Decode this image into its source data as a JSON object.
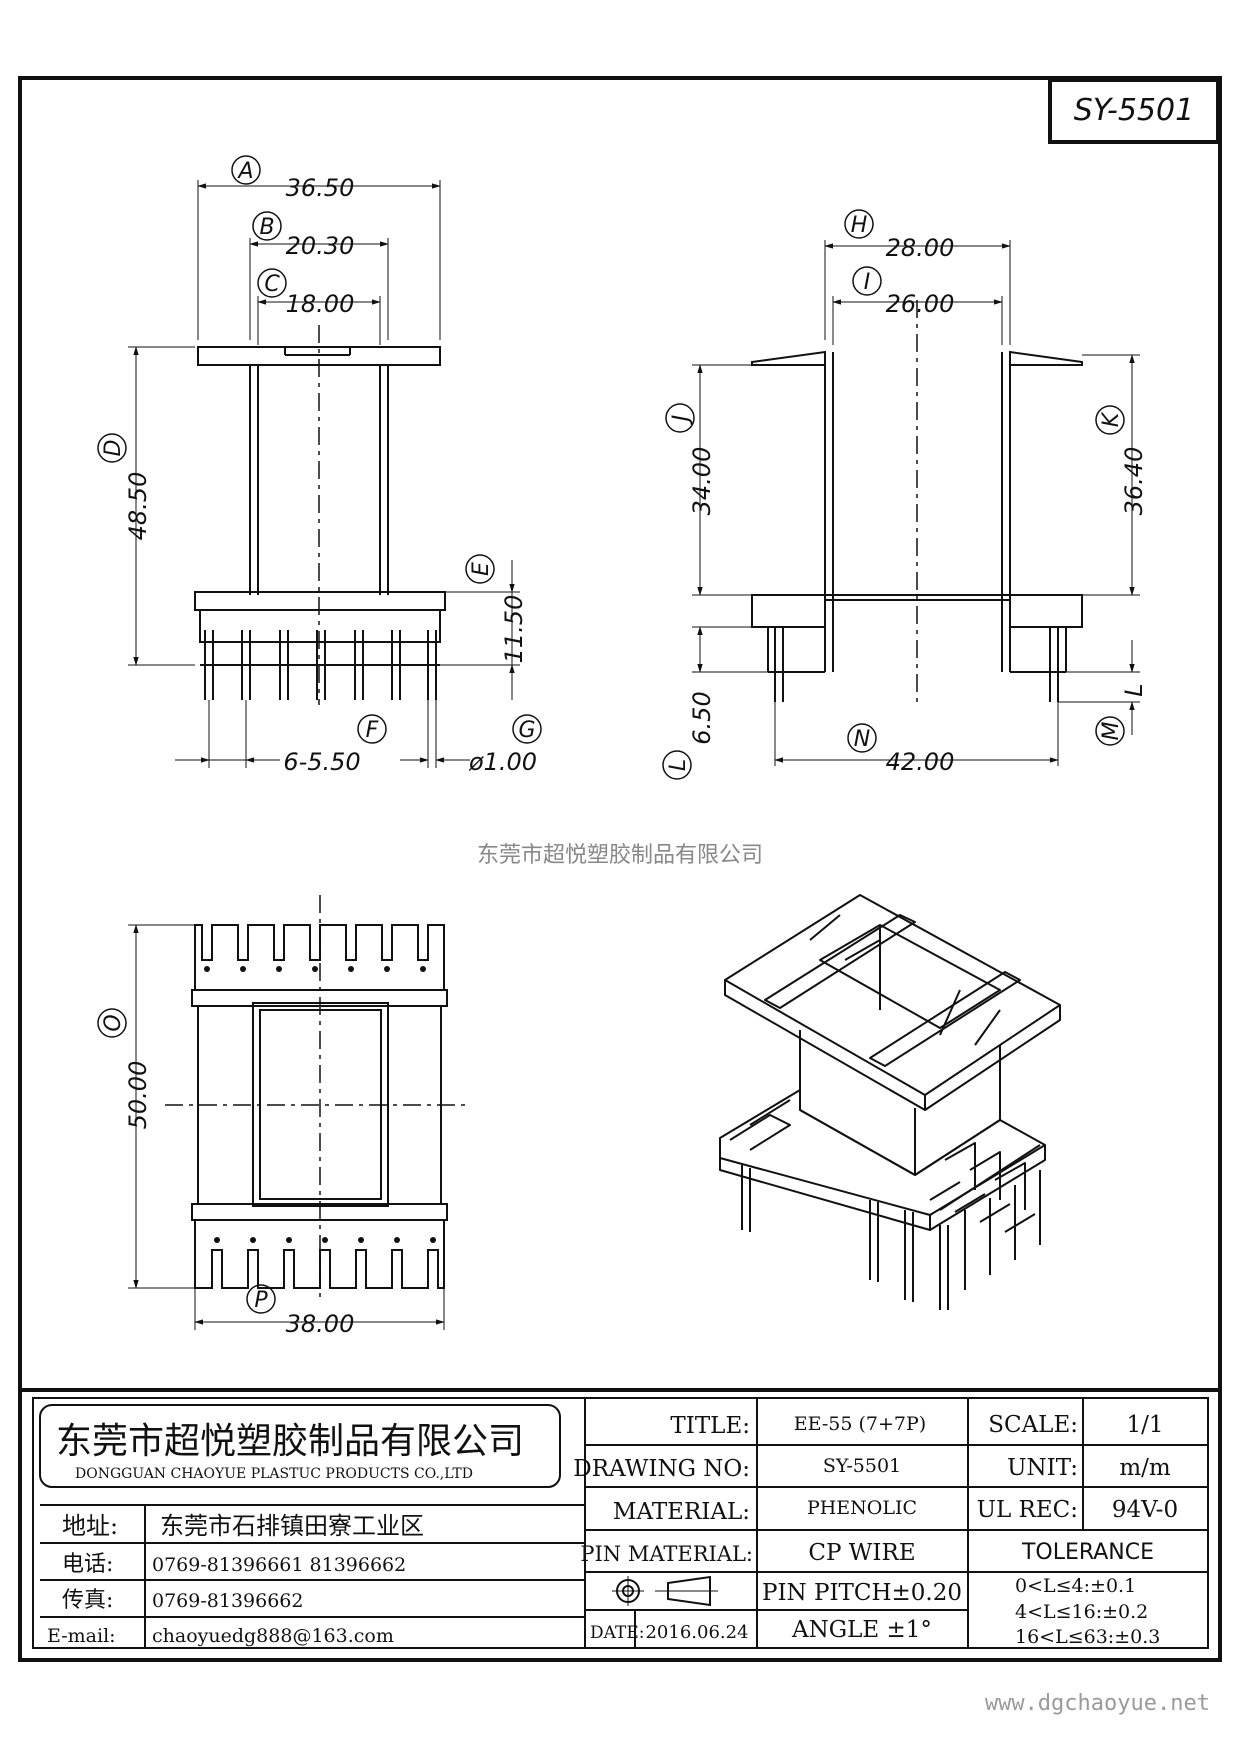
{
  "drawing_number_tag": "SY-5501",
  "watermark_company": "东莞市超悦塑胶制品有限公司",
  "website": "www.dgchaoyue.net",
  "dimensions": {
    "A": "36.50",
    "B": "20.30",
    "C": "18.00",
    "D": "48.50",
    "E": "11.50",
    "F": "6-5.50",
    "G": "ø1.00",
    "H": "28.00",
    "I": "26.00",
    "J": "34.00",
    "K": "36.40",
    "L": "6.50",
    "L_small": "L",
    "N": "42.00",
    "O": "50.00",
    "P": "38.00"
  },
  "callouts": [
    "A",
    "B",
    "C",
    "D",
    "E",
    "F",
    "G",
    "H",
    "I",
    "J",
    "K",
    "L",
    "N",
    "M",
    "O",
    "P"
  ],
  "title_block": {
    "company_cn": "东莞市超悦塑胶制品有限公司",
    "company_en": "DONGGUAN CHAOYUE PLASTUC PRODUCTS CO.,LTD",
    "address_label": "地址:",
    "address_value": "东莞市石排镇田寮工业区",
    "phone_label": "电话:",
    "phone_value": "0769-81396661   81396662",
    "fax_label": "传真:",
    "fax_value": "0769-81396662",
    "email_label": "E-mail:",
    "email_value": "chaoyuedg888@163.com",
    "title_label": "TITLE:",
    "title_value": "EE-55 (7+7P)",
    "drawing_no_label": "DRAWING NO:",
    "drawing_no_value": "SY-5501",
    "material_label": "MATERIAL:",
    "material_value": "PHENOLIC",
    "pin_material_label": "PIN MATERIAL:",
    "pin_material_value": "CP WIRE",
    "pin_pitch": "PIN PITCH±0.20",
    "date_label": "DATE:",
    "date_value": "2016.06.24",
    "angle": "ANGLE  ±1°",
    "scale_label": "SCALE:",
    "scale_value": "1/1",
    "unit_label": "UNIT:",
    "unit_value": "m/m",
    "ul_label": "UL REC:",
    "ul_value": "94V-0",
    "tolerance_label": "TOLERANCE",
    "tolerance_1": "0<L≤4:±0.1",
    "tolerance_2": "4<L≤16:±0.2",
    "tolerance_3": "16<L≤63:±0.3"
  }
}
